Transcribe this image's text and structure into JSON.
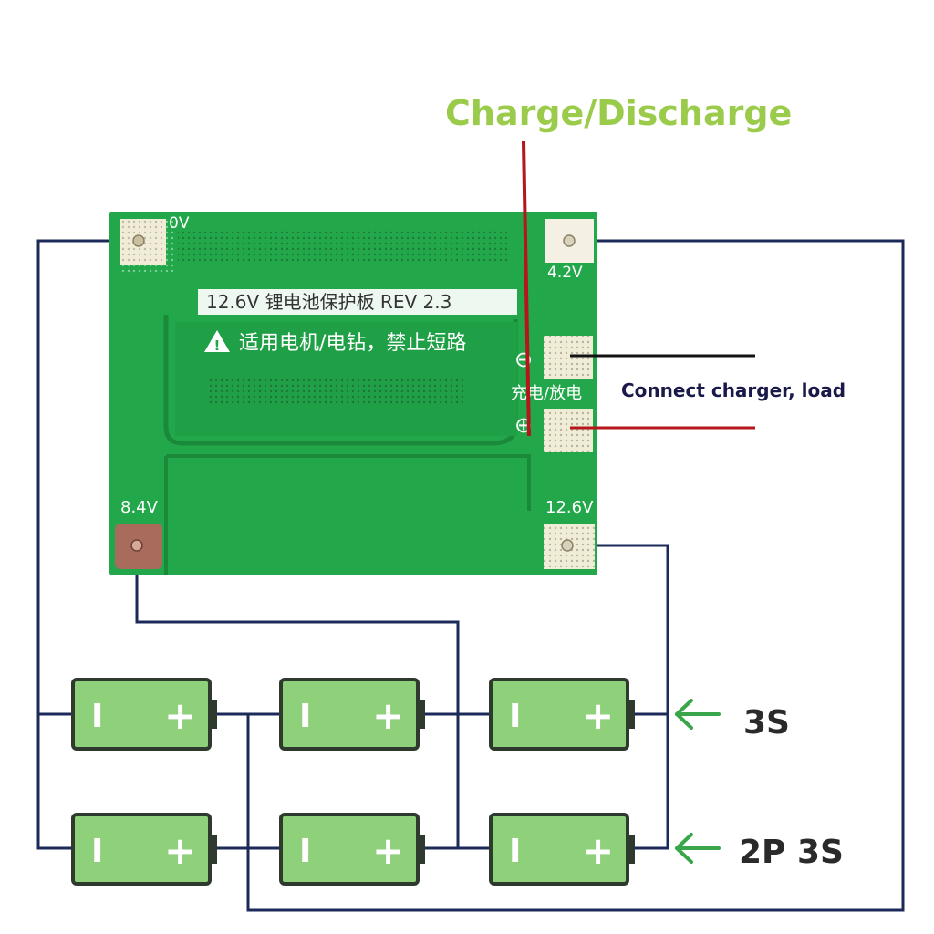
{
  "title": "Charge/Discharge",
  "connect_label": "Connect charger, load",
  "pcb": {
    "model_label": "12.6V 锂电池保护板 REV 2.3",
    "warning_text": "适用电机/电钻，禁止短路",
    "charge_discharge_label": "充电/放电",
    "pads": {
      "ov": "0V",
      "v42": "4.2V",
      "v84": "8.4V",
      "v126": "12.6V"
    },
    "minus_symbol": "⊖",
    "plus_symbol": "⊕"
  },
  "battery": {
    "minus": "I",
    "plus": "+"
  },
  "labels": {
    "row1": "3S",
    "row2": "2P 3S"
  },
  "colors": {
    "pcb_green": "#22a84a",
    "pcb_dark": "#1f9a42",
    "wire_navy": "#1b2a59",
    "wire_red": "#b4161b",
    "wire_black": "#111111",
    "battery_fill": "#8fd07a",
    "battery_border": "#2f3a2f",
    "title_green": "#9acb4a",
    "arrow_green": "#3aa64a"
  }
}
